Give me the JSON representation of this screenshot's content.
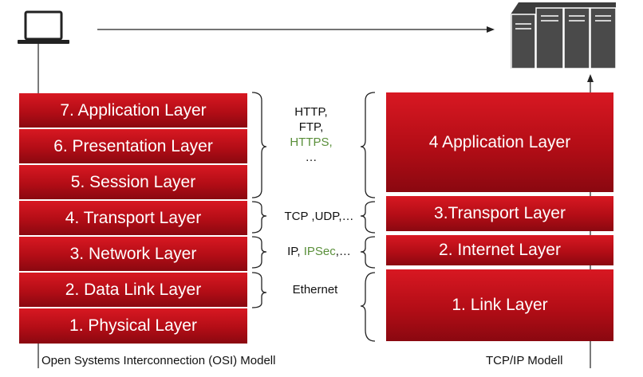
{
  "osi": {
    "caption": "Open Systems Interconnection (OSI) Modell",
    "layers": [
      "7. Application Layer",
      "6. Presentation Layer",
      "5. Session Layer",
      "4. Transport Layer",
      "3. Network Layer",
      "2. Data Link Layer",
      "1. Physical Layer"
    ]
  },
  "tcpip": {
    "caption": "TCP/IP Modell",
    "layers": [
      "4 Application Layer",
      "3.Transport Layer",
      "2. Internet Layer",
      "1. Link Layer"
    ]
  },
  "protocols": {
    "application": {
      "line1": "HTTP,",
      "line2": "FTP,",
      "line3": "HTTPS,",
      "line4": "…"
    },
    "transport": {
      "text": "TCP ,UDP,…"
    },
    "internet": {
      "prefix": "IP, ",
      "highlight": "IPSec",
      "suffix": ",…"
    },
    "link": {
      "text": "Ethernet"
    }
  },
  "icons": {
    "client": "laptop-icon",
    "server": "server-icon"
  },
  "colors": {
    "layer": "#c4101a",
    "secure_protocol": "#5a8f3a",
    "line": "#222222"
  }
}
